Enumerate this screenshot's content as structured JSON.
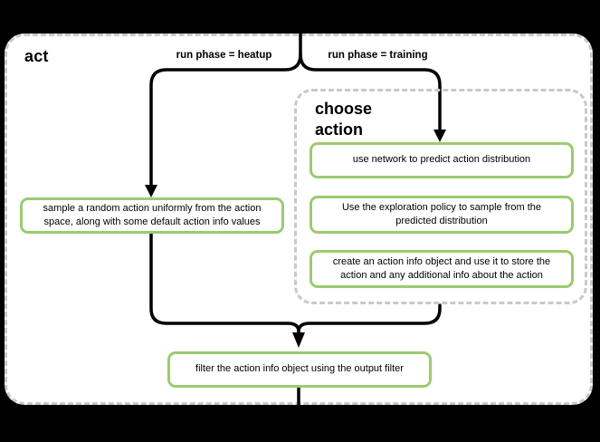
{
  "colors": {
    "canvas_bg": "#000000",
    "panel_bg": "#ffffff",
    "line_color": "#000000",
    "node_border": "#9BCB6F",
    "node_bg": "#ffffff",
    "group_border": "#c9c9c9",
    "text_color": "#000000"
  },
  "panel": {
    "title": "act"
  },
  "edges": {
    "heatup_label": "run phase = heatup",
    "training_label": "run phase = training"
  },
  "group": {
    "title_line1": "choose",
    "title_line2": "action"
  },
  "nodes": {
    "sample_random": "sample a random action uniformly from the action space, along with some default action info values",
    "use_network": "use network to predict action distribution",
    "exploration_policy": "Use the exploration policy to sample from the predicted distribution",
    "create_action_info": "create an action info object and use it to store the action and any additional info about the action",
    "filter_output": "filter the action info object using the output filter"
  }
}
